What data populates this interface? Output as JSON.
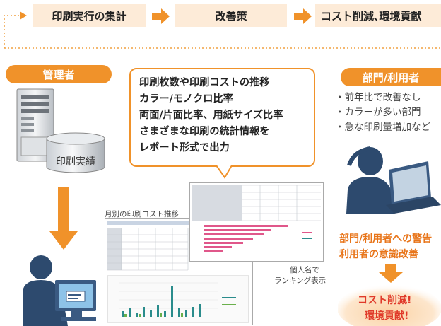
{
  "flow": {
    "steps": [
      "印刷実行の集計",
      "改善策",
      "コスト削減､環境貢献"
    ]
  },
  "admin": {
    "title": "管理者",
    "db_label": "印刷実績"
  },
  "callout": {
    "lines": [
      "印刷枚数や印刷コストの推移",
      "カラー/モノクロ比率",
      "両面/片面比率、用紙サイズ比率",
      "さまざまな印刷の統計情報を",
      "レポート形式で出力"
    ]
  },
  "reports": {
    "monthly_label": "月別の印刷コスト推移",
    "ranking_label_1": "個人名で",
    "ranking_label_2": "ランキング表示"
  },
  "dept": {
    "title": "部門/利用者",
    "bullets": [
      "・前年比で改善なし",
      "・カラーが多い部門",
      "・急な印刷量増加など"
    ],
    "warning_1": "部門/利用者への警告",
    "warning_2": "利用者の意識改善",
    "result_1": "コスト削減!",
    "result_2": "環境貢献!"
  },
  "colors": {
    "accent": "#f0922a",
    "accent_light": "#fdebd8",
    "text_orange": "#e8751a",
    "silhouette": "#2d4a6e"
  }
}
